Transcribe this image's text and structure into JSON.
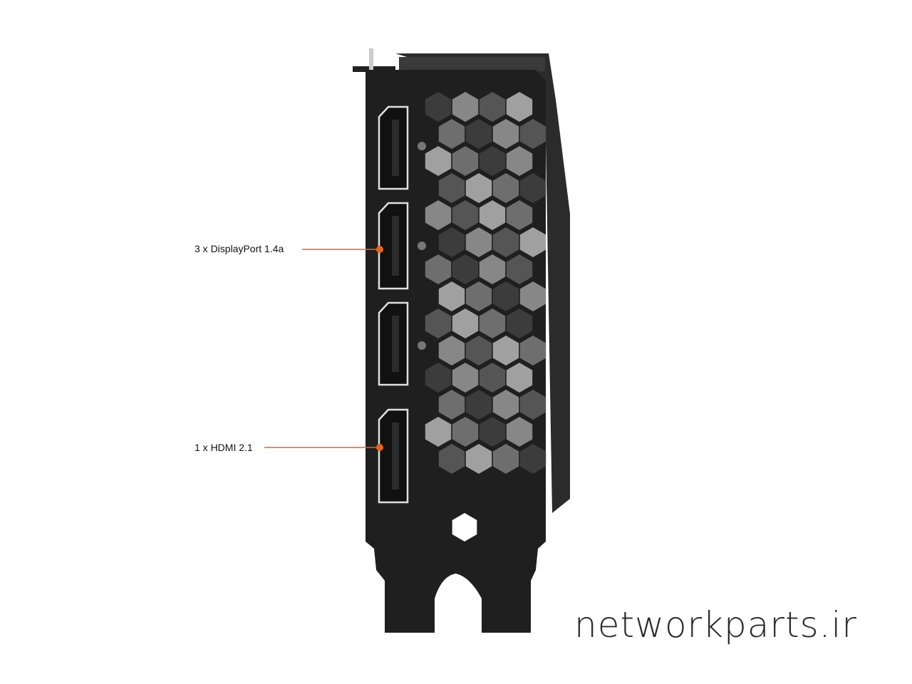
{
  "callouts": [
    {
      "text": "3 x DisplayPort 1.4a"
    },
    {
      "text": "1 x HDMI 2.1"
    }
  ],
  "watermark": "networkparts.ir",
  "colors": {
    "accent": "#e8641c",
    "bracket": "#1f1f1f",
    "background": "#ffffff"
  }
}
